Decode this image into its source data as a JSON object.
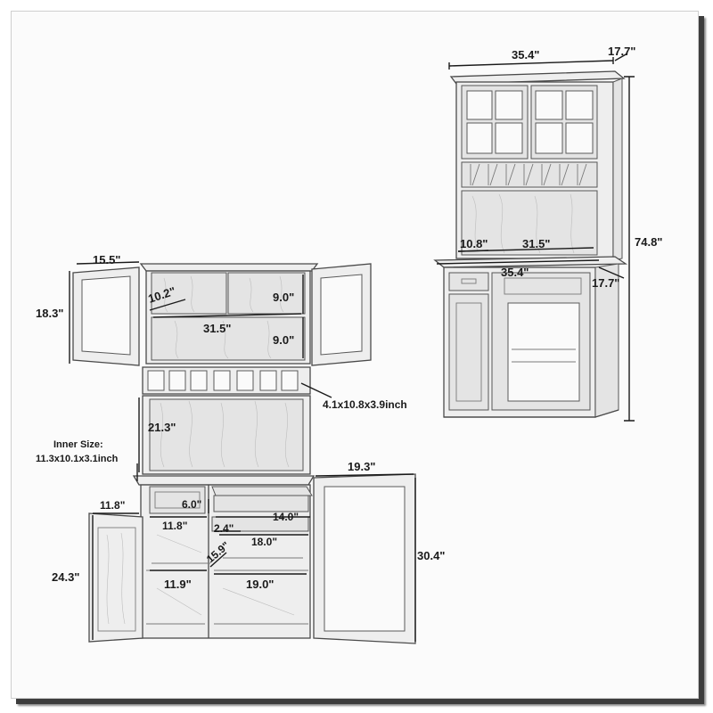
{
  "cabinet_full": {
    "width": "35.4\"",
    "depth_top": "17.7\"",
    "height": "74.8\"",
    "shelf_depth": "10.8\"",
    "inner_width": "31.5\"",
    "counter_width": "35.4\"",
    "counter_depth": "17.7\""
  },
  "hutch": {
    "door_width": "15.5\"",
    "door_height": "18.3\"",
    "shelf_depth": "10.2\"",
    "upper_gap": "9.0\"",
    "lower_gap": "9.0\"",
    "shelf_width": "31.5\"",
    "cubby_note": "4.1x10.8x3.9inch",
    "back_height": "21.3\""
  },
  "base": {
    "inner_size_label": "Inner Size:",
    "inner_size_value": "11.3x10.1x3.1inch",
    "drawer_height": "6.0\"",
    "door_width": "11.8\"",
    "drawer_width": "11.8\"",
    "right_door_width": "19.3\"",
    "pullout_depth": "14.0\"",
    "pullout_height": "2.4\"",
    "pullout_width": "18.0\"",
    "shelf_depth": "15.9\"",
    "left_door_height": "24.3\"",
    "left_shelf_width": "11.9\"",
    "right_shelf_width": "19.0\"",
    "right_door_height": "30.4\""
  },
  "colors": {
    "line": "#4a4a4a",
    "text": "#1a1a1a",
    "fill": "#eeeeee"
  }
}
